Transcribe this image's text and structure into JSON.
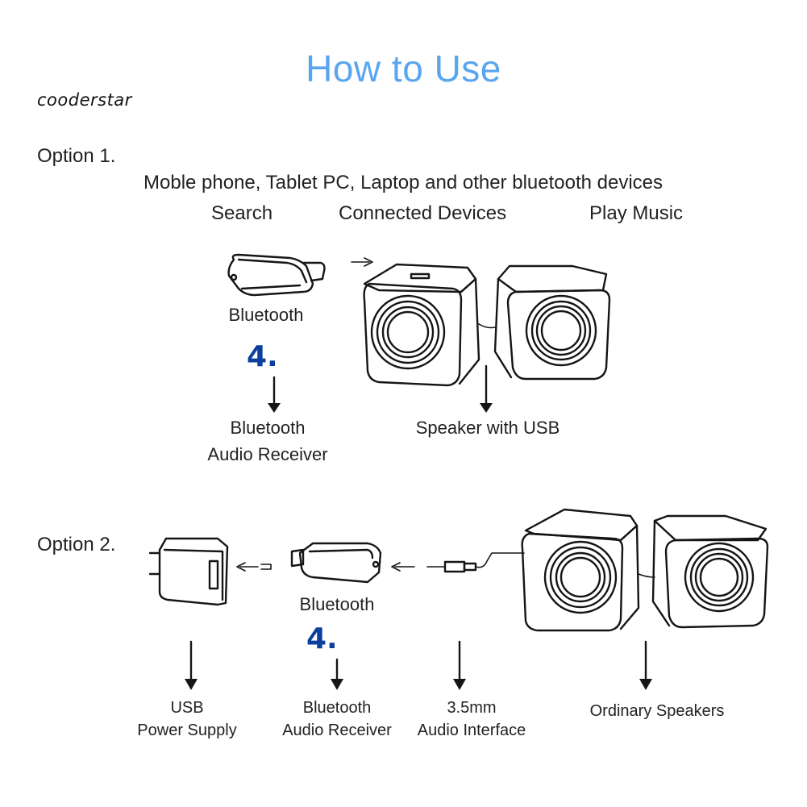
{
  "header": {
    "title": "How to Use",
    "brand": "cooderstar",
    "accent_color": "#5aa5f0",
    "step_number_color": "#0b3f9e"
  },
  "option1": {
    "label": "Option 1.",
    "devices_line": "Moble phone, Tablet PC, Laptop and other bluetooth devices",
    "steps": [
      "Search",
      "Connected Devices",
      "Play Music"
    ],
    "device_label": "Bluetooth",
    "step_number": "4.",
    "captions": {
      "receiver_line1": "Bluetooth",
      "receiver_line2": "Audio Receiver",
      "speaker": "Speaker with USB"
    }
  },
  "option2": {
    "label": "Option 2.",
    "device_label": "Bluetooth",
    "step_number": "4.",
    "captions": {
      "usb_line1": "USB",
      "usb_line2": "Power Supply",
      "receiver_line1": "Bluetooth",
      "receiver_line2": "Audio Receiver",
      "jack_line1": "3.5mm",
      "jack_line2": "Audio Interface",
      "speakers": "Ordinary Speakers"
    }
  },
  "icons": [
    "bluetooth-receiver-icon",
    "usb-speaker-icon",
    "usb-power-adapter-icon",
    "audio-jack-icon",
    "ordinary-speakers-icon",
    "arrow-down-icon",
    "arrow-left-icon"
  ]
}
